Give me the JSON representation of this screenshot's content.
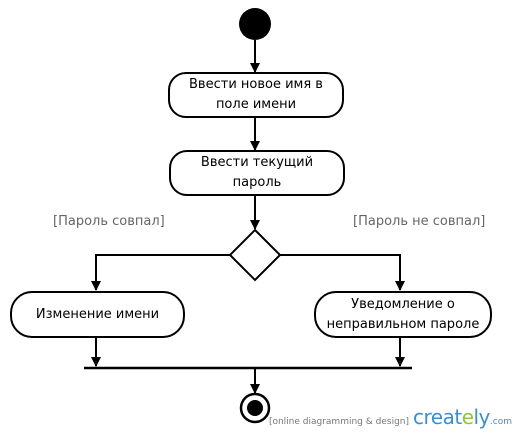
{
  "diagram": {
    "nodes": {
      "enter_name": "Ввести новое имя в поле имени",
      "enter_password": "Ввести текущий пароль",
      "change_name": "Изменение имени",
      "notify_wrong": "Уведомление о неправильном пароле"
    },
    "guards": {
      "match": "[Пароль совпал]",
      "no_match": "[Пароль не совпал]"
    }
  },
  "watermark": {
    "tagline": "[online diagramming & design]",
    "brand_start": "creat",
    "brand_accent": "e",
    "brand_end": "ly",
    "domain": ".com"
  },
  "colors": {
    "line": "#000000",
    "guard_text": "#666666",
    "brand_blue": "#3c8ecf",
    "brand_green": "#8cc63f"
  }
}
